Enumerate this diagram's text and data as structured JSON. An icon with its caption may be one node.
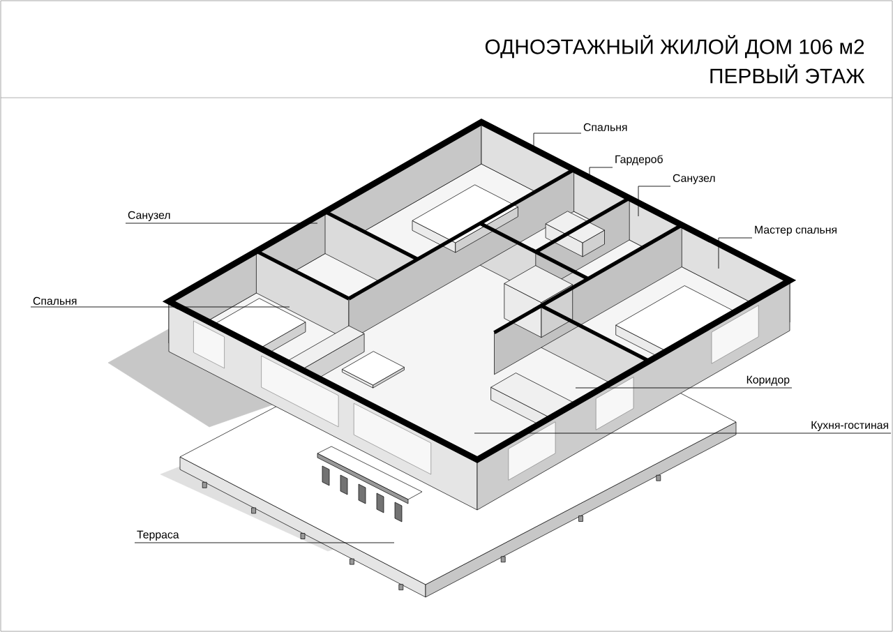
{
  "diagram": {
    "title": "ОДНОЭТАЖНЫЙ ЖИЛОЙ ДОМ 106 м2",
    "nodes": [
      {
        "text": [
          "Спальня"
        ]
      },
      {
        "text": [
          "Гардероб"
        ]
      },
      {
        "text": [
          "Санузел"
        ]
      },
      {
        "text": [
          "Мастер спальня"
        ]
      },
      {
        "text": [
          "Санузел"
        ]
      },
      {
        "text": [
          "Спальня"
        ]
      },
      {
        "text": [
          "Коридор"
        ]
      },
      {
        "text": [
          "Кухня-гостиная"
        ]
      },
      {
        "text": [
          "Терраса"
        ]
      }
    ],
    "edges": [
      {
        "from": 0,
        "to": null,
        "arrow": "none"
      },
      {
        "from": 1,
        "to": null,
        "arrow": "none"
      },
      {
        "from": 2,
        "to": null,
        "arrow": "none"
      },
      {
        "from": 3,
        "to": null,
        "arrow": "none"
      },
      {
        "from": 4,
        "to": null,
        "arrow": "none"
      },
      {
        "from": 5,
        "to": null,
        "arrow": "none"
      },
      {
        "from": 6,
        "to": null,
        "arrow": "none"
      },
      {
        "from": 7,
        "to": null,
        "arrow": "none"
      },
      {
        "from": 8,
        "to": null,
        "arrow": "none"
      }
    ],
    "labels": [
      "ПЕРВЫЙ ЭТАЖ"
    ]
  }
}
